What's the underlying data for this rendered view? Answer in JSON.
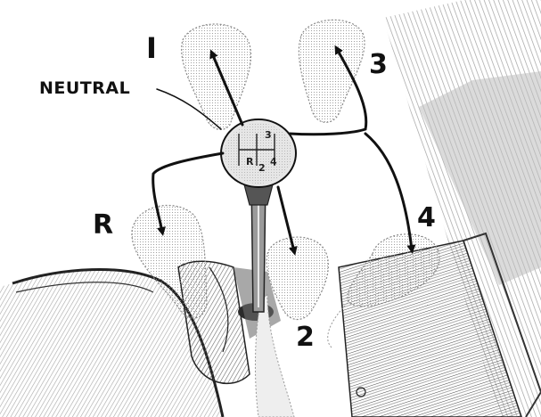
{
  "diagram": {
    "labels": {
      "neutral": "NEUTRAL",
      "gear_1": "I",
      "gear_2": "2",
      "gear_3": "3",
      "gear_4": "4",
      "reverse": "R"
    },
    "knob_pattern": {
      "top": "3",
      "left": "R",
      "middle": "2",
      "right": "4"
    }
  },
  "colors": {
    "ink": "#111111",
    "paper": "#ffffff",
    "shade": "#c8c8c8",
    "dark": "#3a3a3a"
  }
}
